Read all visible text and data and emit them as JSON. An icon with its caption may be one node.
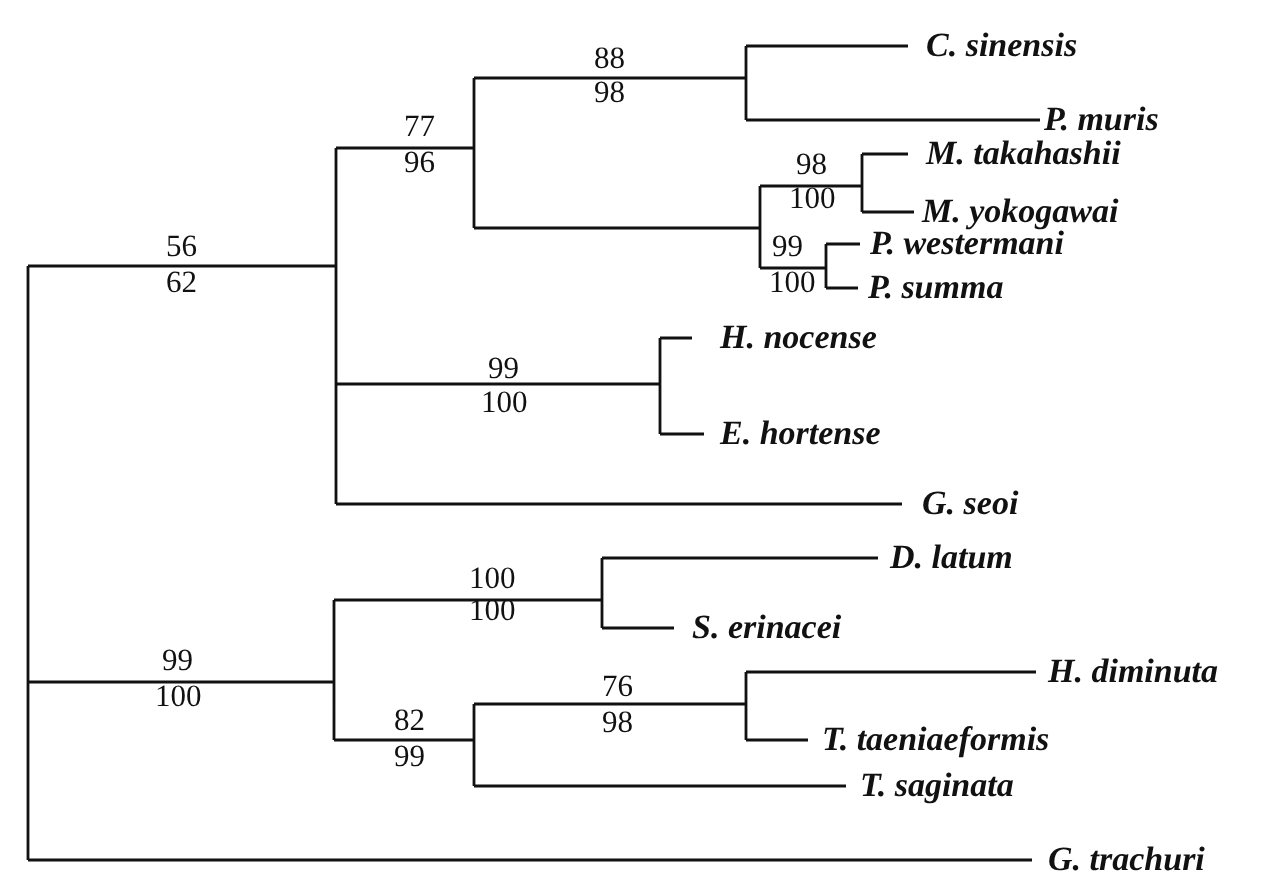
{
  "diagram": {
    "labels": [
      "88",
      "98",
      "C. sinensis",
      "77",
      "96",
      "P. muris",
      "98",
      "M. takahashii",
      "100",
      "M. yokogawai",
      "99",
      "P. westermani",
      "100",
      "P. summa",
      "56",
      "62",
      "H. nocense",
      "99",
      "100",
      "E. hortense",
      "G. seoi",
      "100",
      "D. latum",
      "100",
      "S. erinacei",
      "99",
      "H. diminuta",
      "100",
      "76",
      "82",
      "98",
      "T. taeniaeformis",
      "99",
      "T. saginata",
      "G. trachuri"
    ]
  }
}
